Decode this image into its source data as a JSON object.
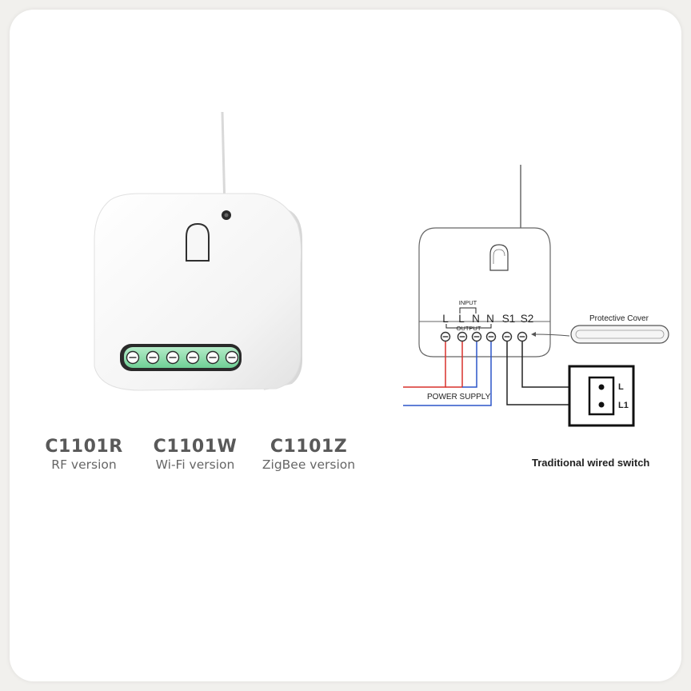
{
  "models": [
    {
      "code": "C1101R",
      "version": "RF version"
    },
    {
      "code": "C1101W",
      "version": "Wi-Fi version"
    },
    {
      "code": "C1101Z",
      "version": "ZigBee version"
    }
  ],
  "diagram": {
    "input_label": "INPUT",
    "output_label": "OUTPUT",
    "terminals": [
      "L",
      "L",
      "N",
      "N",
      "S1",
      "S2"
    ],
    "protective_cover": "Protective Cover",
    "power_supply": "POWER SUPPLY",
    "switch_terminals": [
      "L",
      "L1"
    ],
    "switch_caption": "Traditional wired switch"
  },
  "colors": {
    "live_wire": "#d9312b",
    "neutral_wire": "#2b55c9",
    "switch_wire": "#222222",
    "terminal_green": "#8fdcae"
  }
}
